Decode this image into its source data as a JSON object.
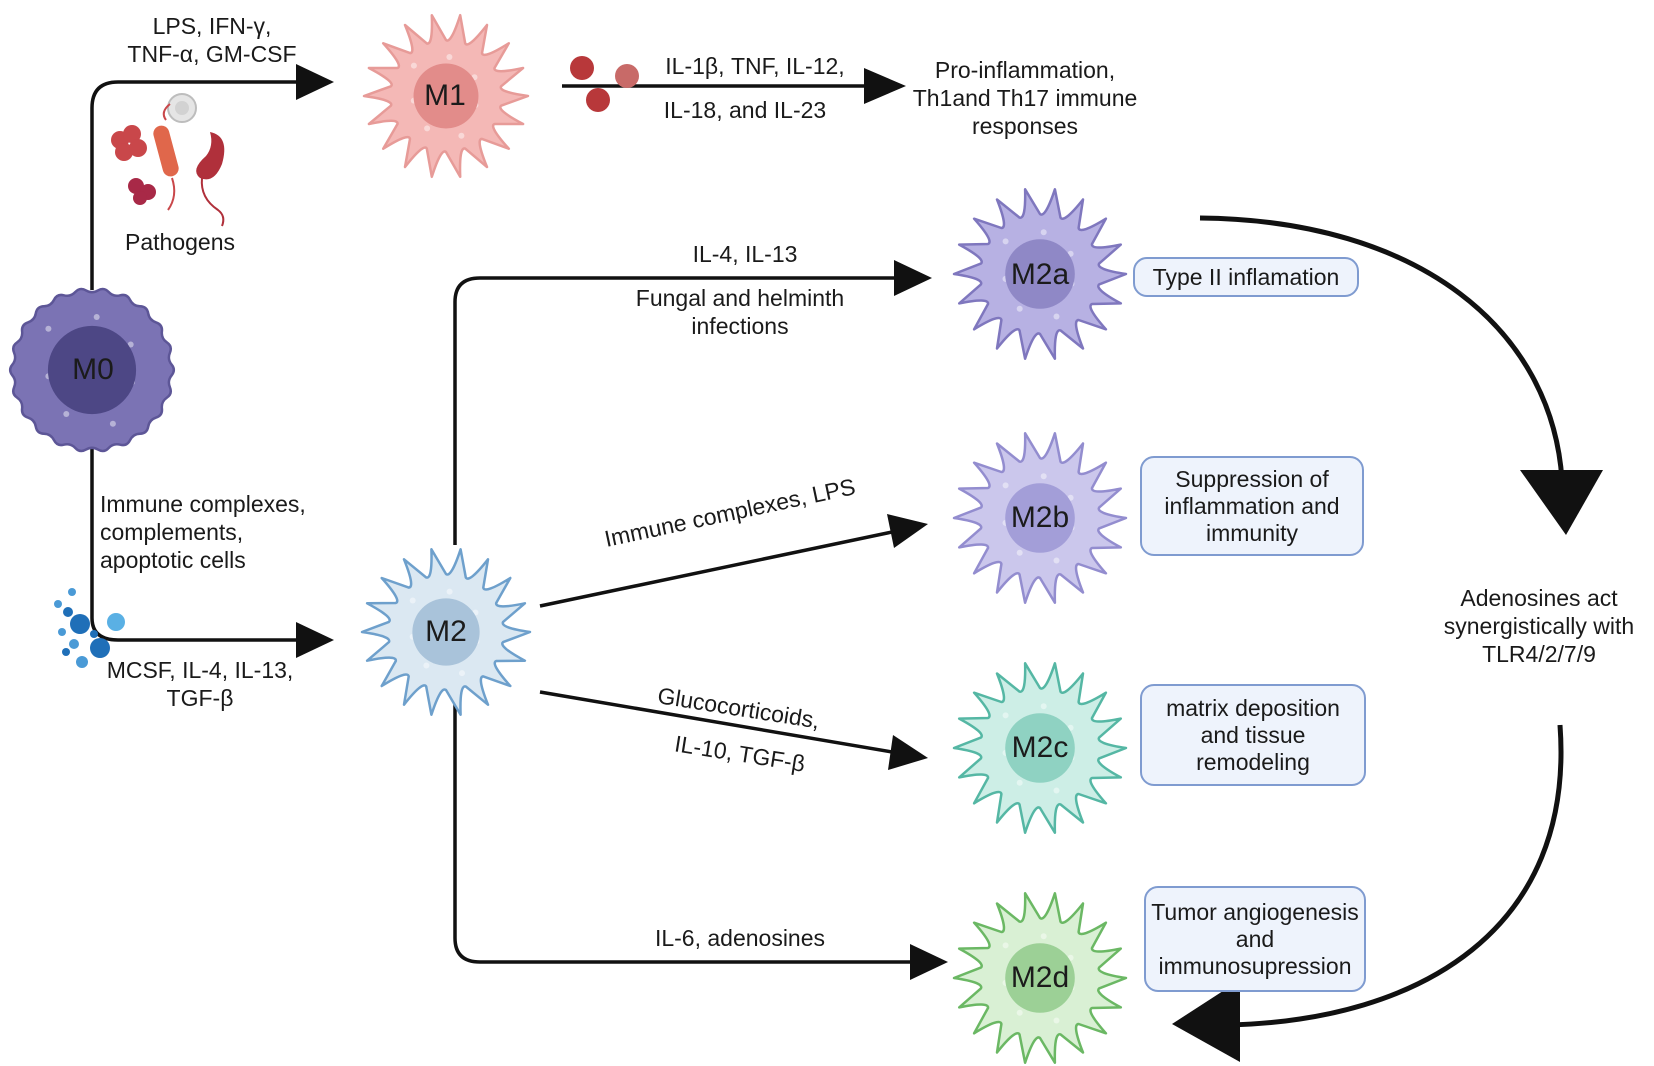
{
  "cells": {
    "m0": "M0",
    "m1": "M1",
    "m2": "M2",
    "m2a": "M2a",
    "m2b": "M2b",
    "m2c": "M2c",
    "m2d": "M2d"
  },
  "labels": {
    "m1_stimuli": [
      "LPS, IFN-γ,",
      "TNF-α,  GM-CSF"
    ],
    "pathogens": "Pathogens",
    "m1_cytokines_1": "IL-1β, TNF, IL-12,",
    "m1_cytokines_2": "IL-18, and IL-23",
    "m1_outcome": [
      "Pro-inflammation,",
      "Th1and Th17 immune",
      "responses"
    ],
    "m2_stimuli_top": [
      "Immune complexes,",
      "complements,",
      "apoptotic cells"
    ],
    "m2_stimuli_bottom": [
      "MCSF, IL-4, IL-13,",
      "TGF-β"
    ],
    "m2a_stimuli_1": "IL-4, IL-13",
    "m2a_stimuli_2": [
      "Fungal and helminth",
      "infections"
    ],
    "m2b_stimuli": "Immune complexes, LPS",
    "m2c_stimuli_1": "Glucocorticoids,",
    "m2c_stimuli_2": "IL-10, TGF-β",
    "m2d_stimuli": "IL-6, adenosines",
    "adenosine_note": [
      "Adenosines act",
      "synergistically with",
      "TLR4/2/7/9"
    ]
  },
  "outcomes": {
    "m2a": [
      "Type II inflamation"
    ],
    "m2b": [
      "Suppression of",
      "inflammation and",
      "immunity"
    ],
    "m2c": [
      "matrix deposition",
      "and tissue",
      "remodeling"
    ],
    "m2d": [
      "Tumor angiogenesis",
      "and",
      "immunosupression"
    ]
  },
  "colors": {
    "m0_body": "#7b73b4",
    "m0_nucleus": "#4d4785",
    "m1_body": "#f4b8b6",
    "m1_nucleus": "#e28c8a",
    "m2_body": "#dbe8f2",
    "m2_nucleus": "#a9c3da",
    "m2a_body": "#b7b1e3",
    "m2a_nucleus": "#8f88c6",
    "m2b_body": "#cbc7ec",
    "m2b_nucleus": "#a39ed8",
    "m2c_body": "#cdeee6",
    "m2c_nucleus": "#8fd2c2",
    "m2d_body": "#d9f0d4",
    "m2d_nucleus": "#9cd096",
    "arrow": "#111111",
    "box_border": "#7f9bd0",
    "box_fill": "#eef3fc"
  },
  "icons": [
    "pathogen-icons",
    "cytokine-dots-icon",
    "cytokine-bubbles-icon"
  ]
}
